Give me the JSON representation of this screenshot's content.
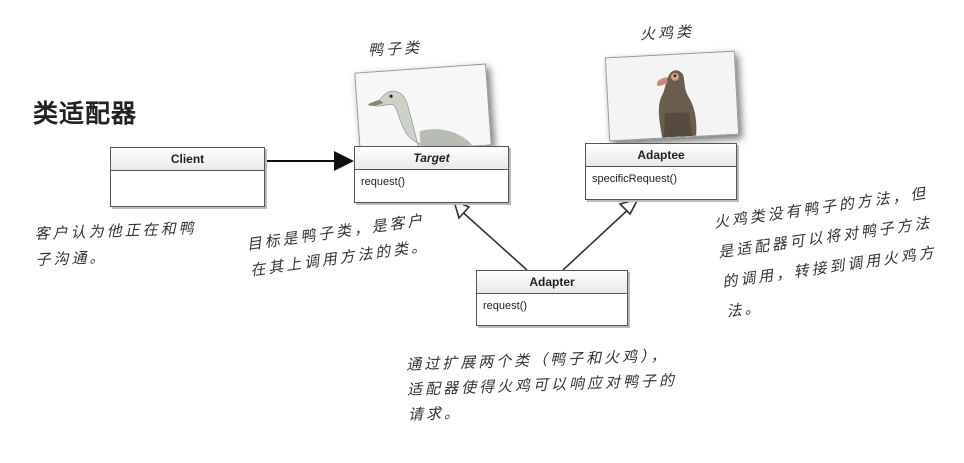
{
  "title": "类适配器",
  "labels": {
    "duck_class": "鸭子类",
    "turkey_class": "火鸡类"
  },
  "classes": {
    "client": {
      "name": "Client",
      "ops": ""
    },
    "target": {
      "name": "Target",
      "ops": "request()"
    },
    "adaptee": {
      "name": "Adaptee",
      "ops": "specificRequest()"
    },
    "adapter": {
      "name": "Adapter",
      "ops": "request()"
    }
  },
  "notes": {
    "client_note": [
      "客户认为他正在和鸭",
      "子沟通。"
    ],
    "target_note": [
      "目标是鸭子类，是客户",
      "在其上调用方法的类。"
    ],
    "adaptee_note": [
      "火鸡类没有鸭子的方法，但",
      "是适配器可以将对鸭子方法",
      "的调用，转接到调用火鸡方",
      "法。"
    ],
    "adapter_note": [
      "通过扩展两个类（鸭子和火鸡），",
      "适配器使得火鸡可以响应对鸭子的",
      "请求。"
    ]
  }
}
